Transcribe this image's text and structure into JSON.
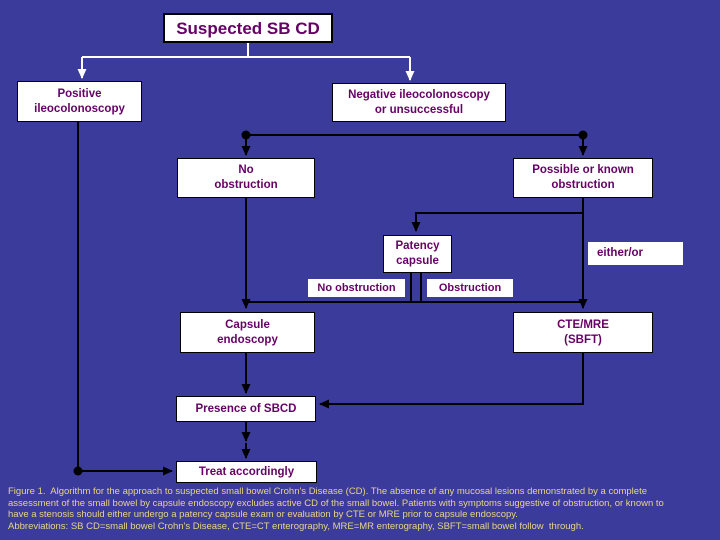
{
  "title": "Suspected small bowel Crohn's Disease algorithm",
  "colors": {
    "background": "#3b3b9b",
    "box_bg": "#ffffff",
    "box_border": "#000000",
    "box_text": "#660066",
    "caption_text": "#e8d483",
    "connector_dark": "#000000",
    "connector_light": "#ffffff"
  },
  "nodes": {
    "suspected": "Suspected SB CD",
    "positive": "Positive\nileocolonoscopy",
    "negative": "Negative ileocolonoscopy\nor unsuccessful",
    "no_obstruction": "No\nobstruction",
    "possible_obstruction": "Possible or known\nobstruction",
    "patency": "Patency\ncapsule",
    "either_or": "either/or",
    "branch_no_obstruction": "No obstruction",
    "branch_obstruction": "Obstruction",
    "capsule_endoscopy": "Capsule\nendoscopy",
    "cte_mre": "CTE/MRE\n(SBFT)",
    "presence": "Presence of SBCD",
    "treat": "Treat accordingly"
  },
  "caption": {
    "lines": [
      "Figure 1.  Algorithm for the approach to suspected small bowel Crohn's Disease (CD). The absence of any mucosal lesions demonstrated by a complete",
      "assessment of the small bowel by capsule endoscopy excludes active CD of the small bowel. Patients with symptoms suggestive of obstruction, or known to",
      "have a stenosis should either undergo a patency capsule exam or evaluation by CTE or MRE prior to capsule endoscopy.",
      "Abbreviations: SB CD=small bowel Crohn's Disease, CTE=CT enterography, MRE=MR enterography, SBFT=small bowel follow  through."
    ]
  }
}
